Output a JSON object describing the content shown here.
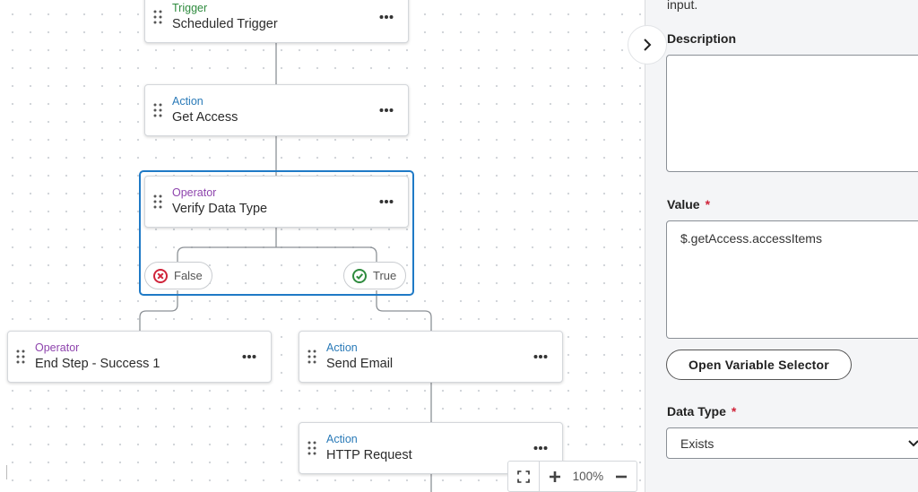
{
  "canvas": {
    "nodes": {
      "trigger": {
        "type": "Trigger",
        "name": "Scheduled Trigger"
      },
      "get_access": {
        "type": "Action",
        "name": "Get Access"
      },
      "verify": {
        "type": "Operator",
        "name": "Verify Data Type"
      },
      "end_step": {
        "type": "Operator",
        "name": "End Step - Success 1"
      },
      "send_email": {
        "type": "Action",
        "name": "Send Email"
      },
      "http_request": {
        "type": "Action",
        "name": "HTTP Request"
      }
    },
    "branches": {
      "false_label": "False",
      "true_label": "True"
    },
    "zoom": {
      "level": "100%"
    },
    "colors": {
      "trigger": "#2e8b3e",
      "action": "#2a7ab8",
      "operator": "#8e44ad",
      "selection": "#1f7ac6",
      "false_icon": "#d0243a",
      "true_icon": "#2e8b3e"
    }
  },
  "panel": {
    "hint_text": "input.",
    "description": {
      "label": "Description",
      "value": ""
    },
    "value": {
      "label": "Value",
      "required_mark": "*",
      "value": "$.getAccess.accessItems"
    },
    "open_variable_selector": "Open Variable Selector",
    "data_type": {
      "label": "Data Type",
      "required_mark": "*",
      "selected": "Exists"
    }
  },
  "icons": [
    "drag-handle-icon",
    "more-options-icon",
    "chevron-right-icon",
    "false-x-icon",
    "true-check-icon",
    "fit-screen-icon",
    "zoom-in-icon",
    "zoom-out-icon",
    "chevron-down-icon"
  ]
}
